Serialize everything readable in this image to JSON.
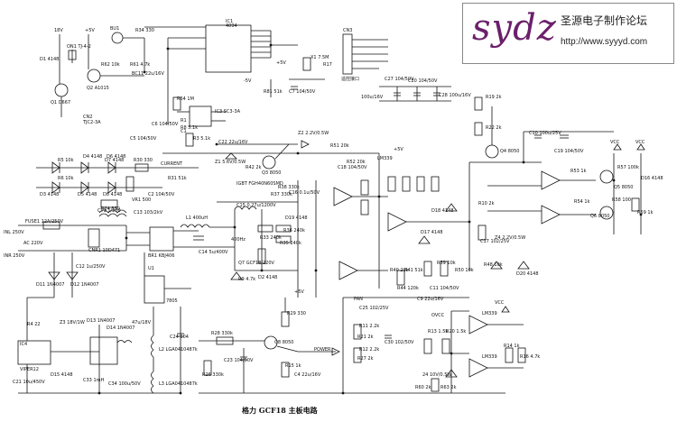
{
  "banner": {
    "logo": "sydz",
    "site_name": "圣源电子制作论坛",
    "url": "http://www.syyyd.com"
  },
  "title": "格力 GCF18 主板电路",
  "labels": [
    {
      "id": "ic1",
      "text": "IC1"
    },
    {
      "id": "ic1p",
      "text": "4094"
    },
    {
      "id": "bu1",
      "text": "BU1"
    },
    {
      "id": "r34",
      "text": "R34 330"
    },
    {
      "id": "r62",
      "text": "R62 10k"
    },
    {
      "id": "r61",
      "text": "R61 4.7k"
    },
    {
      "id": "bc11",
      "text": "BC11 22u/16V"
    },
    {
      "id": "q1",
      "text": "Q1 D667"
    },
    {
      "id": "q2",
      "text": "Q2 A1015"
    },
    {
      "id": "d1",
      "text": "D1 4148"
    },
    {
      "id": "v18",
      "text": "18V"
    },
    {
      "id": "v5a",
      "text": "+5V"
    },
    {
      "id": "on1",
      "text": "ON1 TJ-4-2"
    },
    {
      "id": "ic3",
      "text": "IC3 SC3-3A"
    },
    {
      "id": "r64",
      "text": "R64 1M"
    },
    {
      "id": "r3",
      "text": "R3 5.1k"
    },
    {
      "id": "r1",
      "text": "R1"
    },
    {
      "id": "c1",
      "text": "C1"
    },
    {
      "id": "cn2",
      "text": "CN2"
    },
    {
      "id": "tjc2",
      "text": "TJC2-3A"
    },
    {
      "id": "c6",
      "text": "C6 104/50V"
    },
    {
      "id": "c5",
      "text": "C5 104/50V"
    },
    {
      "id": "r8",
      "text": "R8 5.1k"
    },
    {
      "id": "x1",
      "text": "X1 7.5M"
    },
    {
      "id": "c7",
      "text": "C7 104/50V"
    },
    {
      "id": "r81",
      "text": "R81 51k"
    },
    {
      "id": "r17",
      "text": "R17"
    },
    {
      "id": "neg5",
      "text": "-5V"
    },
    {
      "id": "cn3",
      "text": "CN3"
    },
    {
      "id": "remote",
      "text": "遥控接口"
    },
    {
      "id": "c27",
      "text": "C27 104/50V"
    },
    {
      "id": "c20",
      "text": "C20 104/50V"
    },
    {
      "id": "c28",
      "text": "C28 100u/16V"
    },
    {
      "id": "c26",
      "text": "100u/16V"
    },
    {
      "id": "r19",
      "text": "R19 2k"
    },
    {
      "id": "r22",
      "text": "R22 2k"
    },
    {
      "id": "q4",
      "text": "Q4 8050"
    },
    {
      "id": "c10",
      "text": "C10 100u/25V"
    },
    {
      "id": "c19",
      "text": "C19 104/50V"
    },
    {
      "id": "r53",
      "text": "R53 1k"
    },
    {
      "id": "r57",
      "text": "R57 100k"
    },
    {
      "id": "q5",
      "text": "Q5 8050"
    },
    {
      "id": "q6",
      "text": "Q6 8050"
    },
    {
      "id": "r54",
      "text": "R54 1k"
    },
    {
      "id": "r58",
      "text": "R58 100"
    },
    {
      "id": "r59",
      "text": "R59 1k"
    },
    {
      "id": "d16",
      "text": "D16 4148"
    },
    {
      "id": "vcc1",
      "text": "VCC"
    },
    {
      "id": "vcc2",
      "text": "VCC"
    },
    {
      "id": "z2",
      "text": "Z2 2.2V/0.5W"
    },
    {
      "id": "r51",
      "text": "R51 20k"
    },
    {
      "id": "r52",
      "text": "R52 20k"
    },
    {
      "id": "c18",
      "text": "C18 104/50V"
    },
    {
      "id": "lm339",
      "text": "LM339"
    },
    {
      "id": "c22",
      "text": "C22 22u/16V"
    },
    {
      "id": "z1",
      "text": "Z1 5.6V/0.5W"
    },
    {
      "id": "r42",
      "text": "R42 2k"
    },
    {
      "id": "q3",
      "text": "Q3 8050"
    },
    {
      "id": "r5",
      "text": "R5 10k"
    },
    {
      "id": "r6",
      "text": "R6 10k"
    },
    {
      "id": "d4",
      "text": "D4 4148"
    },
    {
      "id": "d6",
      "text": "D6 4148"
    },
    {
      "id": "d3",
      "text": "D3 4148"
    },
    {
      "id": "d5",
      "text": "D5 4148"
    },
    {
      "id": "d7",
      "text": "D7 4148"
    },
    {
      "id": "d8",
      "text": "D8 4148"
    },
    {
      "id": "r30",
      "text": "R30 330"
    },
    {
      "id": "r31",
      "text": "R31 51k"
    },
    {
      "id": "current",
      "text": "CURRENT"
    },
    {
      "id": "c2",
      "text": "C2 104/50V"
    },
    {
      "id": "vr1",
      "text": "VR1 500"
    },
    {
      "id": "r24",
      "text": "R24 330"
    },
    {
      "id": "c13",
      "text": "C13 103/2kV"
    },
    {
      "id": "c15",
      "text": "C15 0.27u/1200V"
    },
    {
      "id": "igbt",
      "text": "IGBT FGH40N60SMD"
    },
    {
      "id": "r37",
      "text": "R37 330k"
    },
    {
      "id": "r38",
      "text": "R38 330k"
    },
    {
      "id": "l1",
      "text": "L1 400uH"
    },
    {
      "id": "c14",
      "text": "C14 5u/400V"
    },
    {
      "id": "d19",
      "text": "D19 4148"
    },
    {
      "id": "c16",
      "text": "C16 0.1u/50V"
    },
    {
      "id": "r33",
      "text": "R33 240k"
    },
    {
      "id": "r35",
      "text": "R35 240k"
    },
    {
      "id": "r36",
      "text": "R36 240k"
    },
    {
      "id": "pan400",
      "text": "400Hz"
    },
    {
      "id": "q7",
      "text": "Q7 GCF18/220V"
    },
    {
      "id": "r9",
      "text": "R9 4.7k"
    },
    {
      "id": "d2",
      "text": "D2 4148"
    },
    {
      "id": "fuse",
      "text": "FUSE1 12A/250V"
    },
    {
      "id": "ct1",
      "text": "CT1 1/200"
    },
    {
      "id": "ac220",
      "text": "AC 220V"
    },
    {
      "id": "inl",
      "text": "INL 250V"
    },
    {
      "id": "inr",
      "text": "INR 250V"
    },
    {
      "id": "cnr1",
      "text": "CNR1 10D471"
    },
    {
      "id": "br1",
      "text": "BR1 KBJ406"
    },
    {
      "id": "c12",
      "text": "C12 1u/250V"
    },
    {
      "id": "d11",
      "text": "D11 1N4007"
    },
    {
      "id": "d12",
      "text": "D12 1N4007"
    },
    {
      "id": "r4",
      "text": "R4 22"
    },
    {
      "id": "ic4",
      "text": "IC4"
    },
    {
      "id": "viper",
      "text": "VIPER12"
    },
    {
      "id": "z3",
      "text": "Z3 18V/1W"
    },
    {
      "id": "d13",
      "text": "D13 1N4007"
    },
    {
      "id": "d14",
      "text": "D14 1N4007"
    },
    {
      "id": "c21",
      "text": "C21 10u/450V"
    },
    {
      "id": "d15",
      "text": "D15 4148"
    },
    {
      "id": "u1",
      "text": "U1"
    },
    {
      "id": "u7805",
      "text": "7805"
    },
    {
      "id": "c24",
      "text": "C24 104"
    },
    {
      "id": "c47",
      "text": "47u/18V"
    },
    {
      "id": "l2",
      "text": "L2 LGA0410487k"
    },
    {
      "id": "l3",
      "text": "L3 LGA0410487k"
    },
    {
      "id": "c33",
      "text": "C33 1mH"
    },
    {
      "id": "c34",
      "text": "C34 100u/50V"
    },
    {
      "id": "r28",
      "text": "R28 330k"
    },
    {
      "id": "r29",
      "text": "R29 330"
    },
    {
      "id": "c23",
      "text": "C23 104/50V"
    },
    {
      "id": "q8",
      "text": "Q8 8050"
    },
    {
      "id": "r15",
      "text": "R15 1k"
    },
    {
      "id": "c4",
      "text": "C4 22u/16V"
    },
    {
      "id": "power",
      "text": "POWER"
    },
    {
      "id": "r26",
      "text": "R26 330k"
    },
    {
      "id": "c25",
      "text": "C25 102/25V"
    },
    {
      "id": "pan",
      "text": "PAN"
    },
    {
      "id": "r40",
      "text": "R40 20k"
    },
    {
      "id": "r41",
      "text": "R41 51k"
    },
    {
      "id": "r44",
      "text": "R44 120k"
    },
    {
      "id": "c11",
      "text": "C11 104/50V"
    },
    {
      "id": "c9",
      "text": "C9 22u/16V"
    },
    {
      "id": "r50",
      "text": "R50 10k"
    },
    {
      "id": "r39",
      "text": "R39 10k"
    },
    {
      "id": "d17",
      "text": "D17 4148"
    },
    {
      "id": "d18",
      "text": "D18 4148"
    },
    {
      "id": "d20",
      "text": "D20 4148"
    },
    {
      "id": "r48",
      "text": "R48 10k"
    },
    {
      "id": "c17",
      "text": "C17 102/25V"
    },
    {
      "id": "z4",
      "text": "Z4 2.2V/0.5W"
    },
    {
      "id": "r10",
      "text": "R10 2k"
    },
    {
      "id": "r11",
      "text": "R11 2.2k"
    },
    {
      "id": "r12",
      "text": "R12 2.2k"
    },
    {
      "id": "r21",
      "text": "R21 2k"
    },
    {
      "id": "r27",
      "text": "R27 2k"
    },
    {
      "id": "c30",
      "text": "C30 102/50V"
    },
    {
      "id": "r13",
      "text": "R13 1.5k"
    },
    {
      "id": "r20",
      "text": "R20 1.5k"
    },
    {
      "id": "r14",
      "text": "R14 1k"
    },
    {
      "id": "r16",
      "text": "R16 4.7k"
    },
    {
      "id": "r60",
      "text": "R60 2k"
    },
    {
      "id": "r63",
      "text": "R63 2k"
    },
    {
      "id": "z4b",
      "text": "24 10V/0.5W"
    },
    {
      "id": "ovcc",
      "text": "OVCC"
    },
    {
      "id": "lm339b",
      "text": "LM339"
    },
    {
      "id": "lm339c",
      "text": "LM339"
    },
    {
      "id": "vcc3",
      "text": "VCC"
    },
    {
      "id": "p5b",
      "text": "+5V"
    },
    {
      "id": "p5c",
      "text": "+5V"
    },
    {
      "id": "p5d",
      "text": "+5V"
    }
  ]
}
